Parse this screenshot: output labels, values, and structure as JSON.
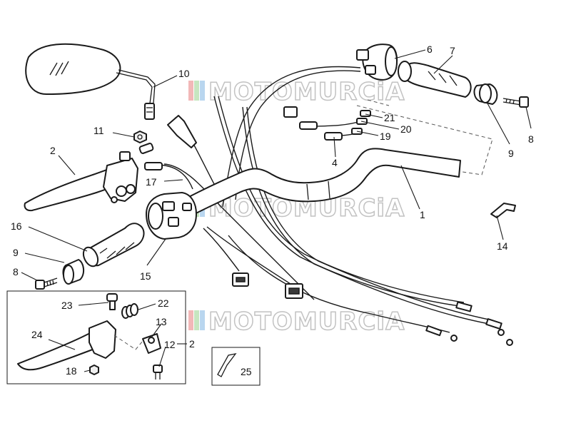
{
  "diagram": {
    "watermark_text": "MOTOMURCiA",
    "watermark_colors": [
      "#f2b8b8",
      "#c6e6c0",
      "#b9d6ef"
    ],
    "callouts": {
      "c1": "1",
      "c2a": "2",
      "c2b": "2",
      "c4": "4",
      "c6": "6",
      "c7": "7",
      "c8a": "8",
      "c8b": "8",
      "c9a": "9",
      "c9b": "9",
      "c10": "10",
      "c11": "11",
      "c12": "12",
      "c13": "13",
      "c14": "14",
      "c15": "15",
      "c16": "16",
      "c17": "17",
      "c18": "18",
      "c19": "19",
      "c20": "20",
      "c21": "21",
      "c22": "22",
      "c23": "23",
      "c24": "24",
      "c25": "25"
    }
  }
}
